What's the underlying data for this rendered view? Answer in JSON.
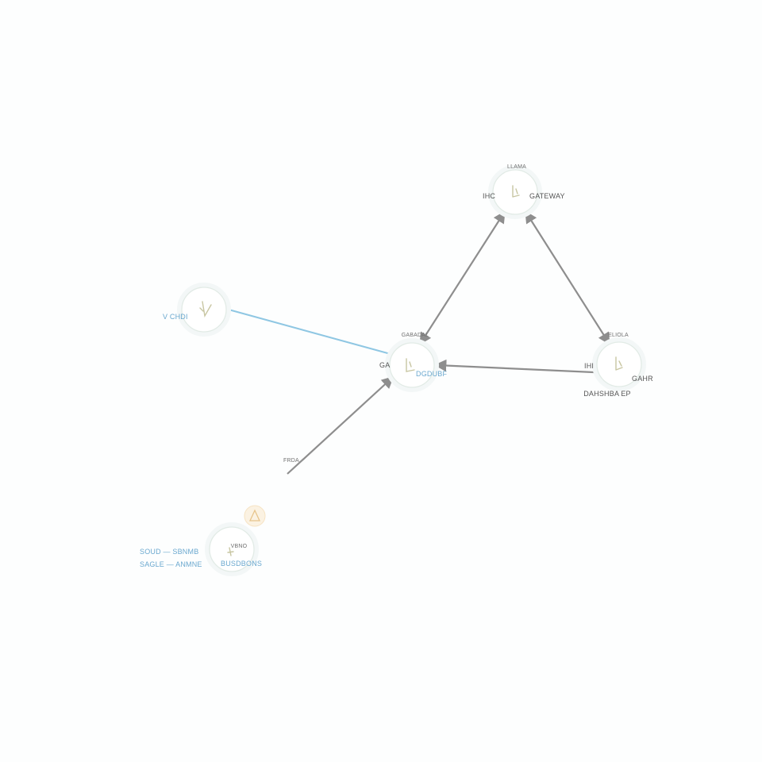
{
  "nodes": {
    "gateway": {
      "top_label": "LLAMA",
      "left_label": "IHC",
      "right_label": "GATEWAY"
    },
    "center": {
      "top_label": "GABADAL",
      "left_label": "GA",
      "right_label": "DGDUBF"
    },
    "east": {
      "top_label": "ELIOLA",
      "left_label": "IHI",
      "right_label": "GAHR",
      "bottom_label": "DAHSHBA EP"
    },
    "west": {
      "left_label": "V CHDI"
    },
    "southwest": {
      "top_label": "VBNO",
      "right_label": "BUSDBONS",
      "left_line1": "SOUD — SBNMB",
      "left_line2": "SAGLE — ANMNE"
    }
  },
  "edges": {
    "southwest_center_label": "FRDA"
  },
  "colors": {
    "edge_gray": "#8e8e8e",
    "edge_blue": "#8fc7e3",
    "badge": "#fbf2e2"
  },
  "icons": {
    "node": "app-node-icon",
    "badge": "warning-badge-icon"
  }
}
